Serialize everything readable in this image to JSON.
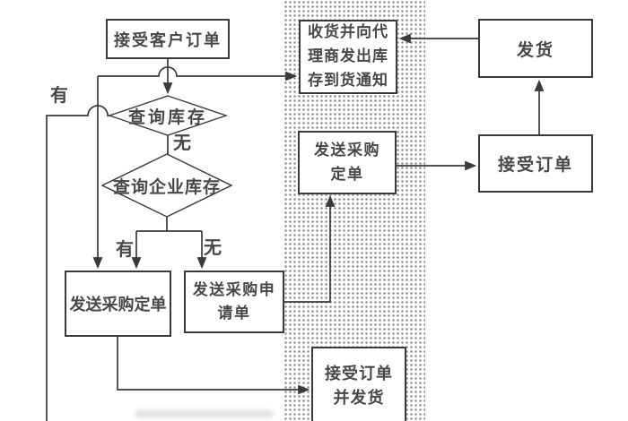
{
  "diagram": {
    "nodes": {
      "accept_customer_order": "接受客户订单",
      "check_inventory": "查询库存",
      "check_enterprise_inventory": "查询企业库存",
      "send_purchase_order_left": "发送采购定单",
      "send_purchase_requisition": "发送采购申请单",
      "receive_goods_notify_agent": "收货并向代理商发出库存到货通知",
      "send_purchase_order_middle": "发送采购定单",
      "accept_order_and_ship": "接受订单并发货",
      "ship_goods": "发货",
      "accept_order": "接受订单"
    },
    "edge_labels": {
      "have_top": "有",
      "none_top": "无",
      "have_bottom": "有",
      "none_bottom": "无"
    },
    "colors": {
      "line": "#3a3a3a",
      "text": "#484848",
      "dots": "#8f8f8f",
      "background": "#ffffff"
    }
  }
}
